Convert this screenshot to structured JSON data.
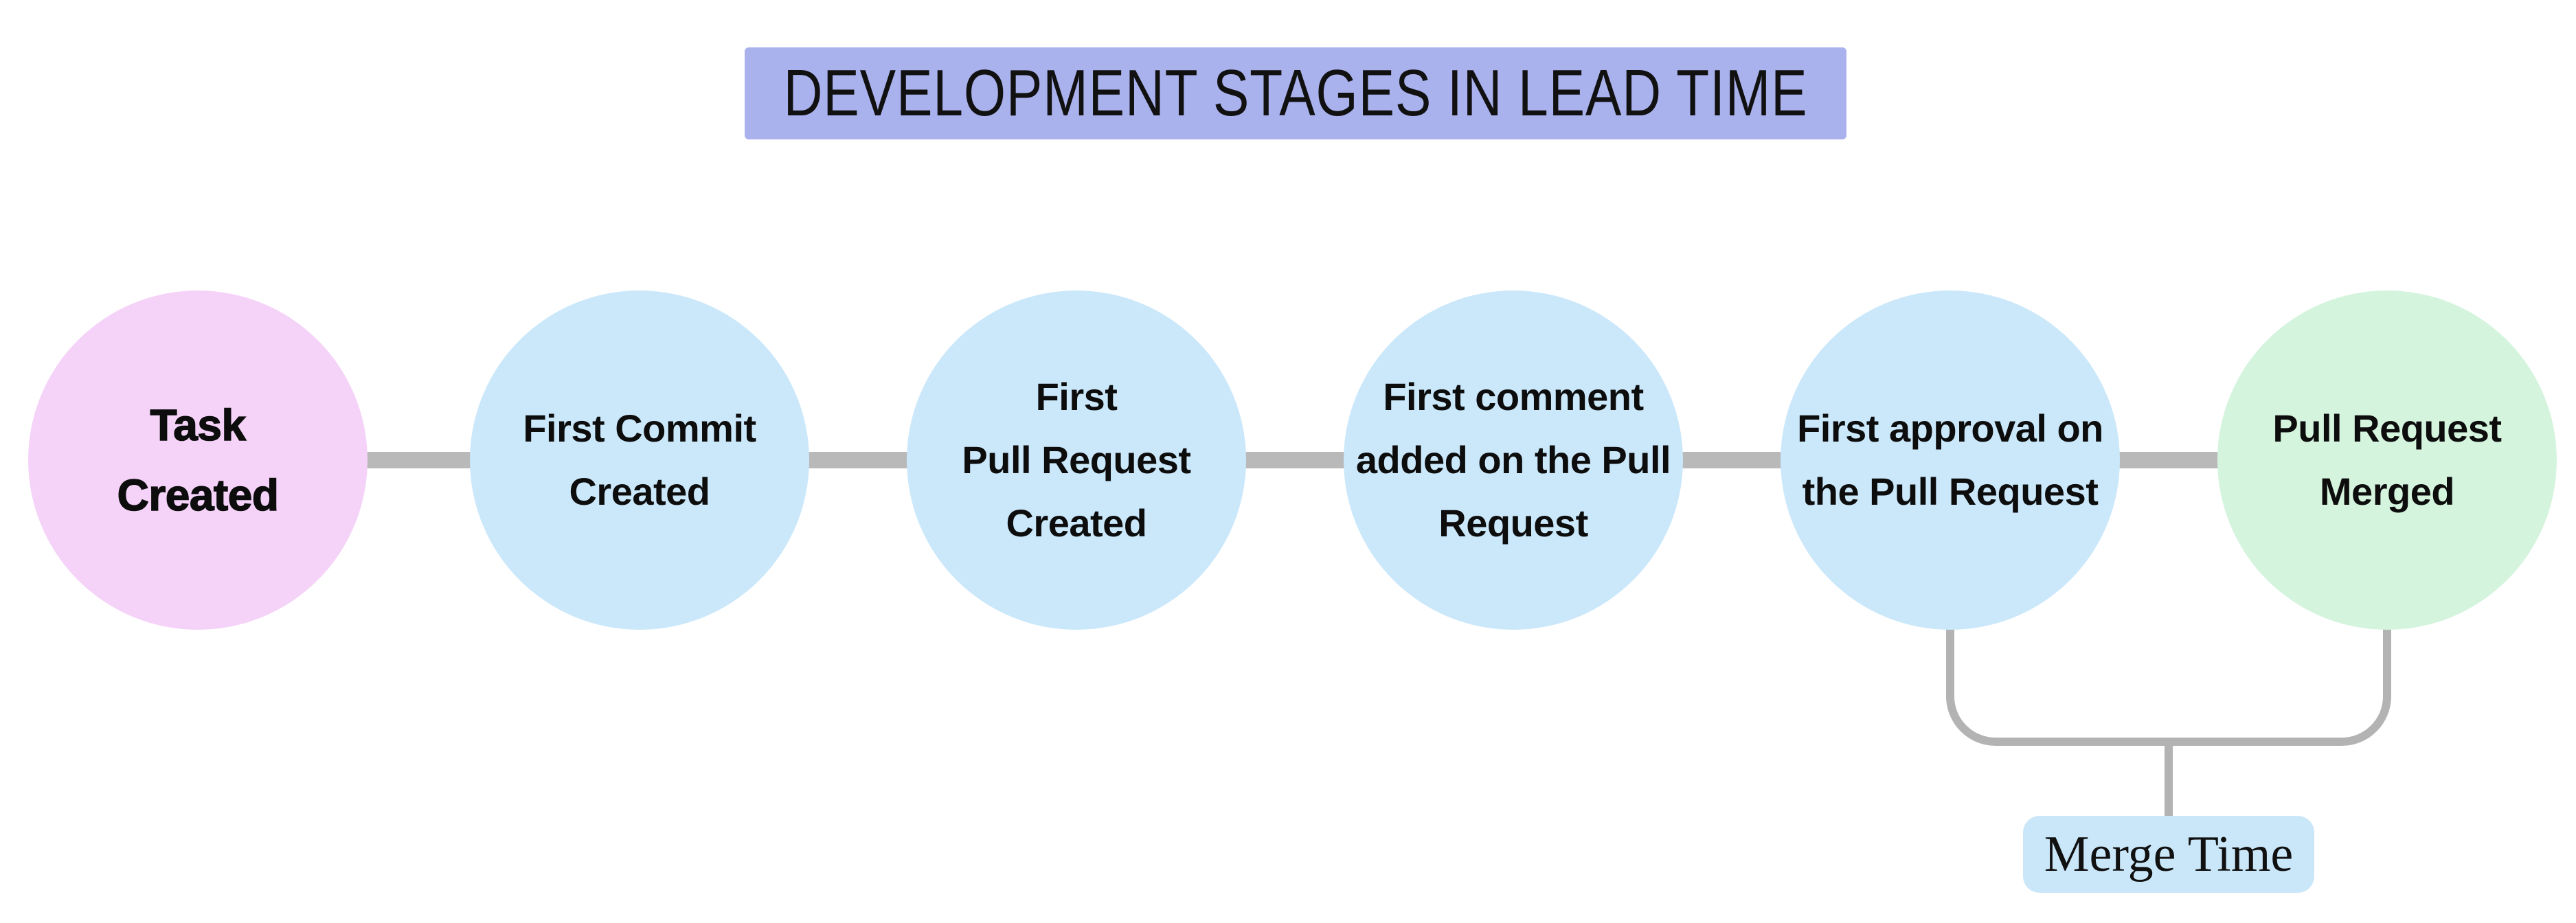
{
  "title": "DEVELOPMENT STAGES IN LEAD TIME",
  "stages": [
    {
      "id": "task-created",
      "label": "Task\nCreated",
      "color": "#f5d3f8"
    },
    {
      "id": "first-commit-created",
      "label": "First Commit\nCreated",
      "color": "#cbe8fb"
    },
    {
      "id": "first-pull-request-created",
      "label": "First\nPull Request\nCreated",
      "color": "#cbe8fb"
    },
    {
      "id": "first-comment-added",
      "label": "First comment\nadded on the Pull\nRequest",
      "color": "#cbe8fb"
    },
    {
      "id": "first-approval",
      "label": "First approval on\nthe Pull Request",
      "color": "#cbe8fb"
    },
    {
      "id": "pull-request-merged",
      "label": "Pull Request\nMerged",
      "color": "#d4f4de"
    }
  ],
  "annotation": {
    "label": "Merge Time",
    "background": "#cae7f9",
    "applies_between": [
      "first-approval",
      "pull-request-merged"
    ]
  },
  "colors": {
    "title_background": "#aab2ee",
    "connector": "#b9b9b9",
    "bracket": "#b3b3b3",
    "text": "#111111",
    "canvas_background": "#ffffff"
  }
}
